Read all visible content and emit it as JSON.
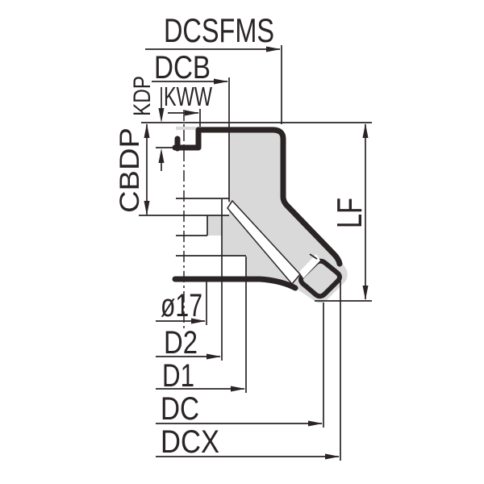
{
  "diagram": {
    "type": "technical-drawing",
    "subject": "chamfer face milling cutter - side profile with dimension callouts",
    "colors": {
      "line": "#2a2425",
      "body_fill": "#d9d9d9",
      "background": "#ffffff"
    },
    "dimensions": {
      "dcsfms": "DCSFMS",
      "dcb": "DCB",
      "kww": "KWW",
      "kdp": "KDP",
      "cbdp": "CBDP",
      "bore_dia": "ø17",
      "d2": "D2",
      "d1": "D1",
      "dc": "DC",
      "dcx": "DCX",
      "lf": "LF"
    }
  }
}
